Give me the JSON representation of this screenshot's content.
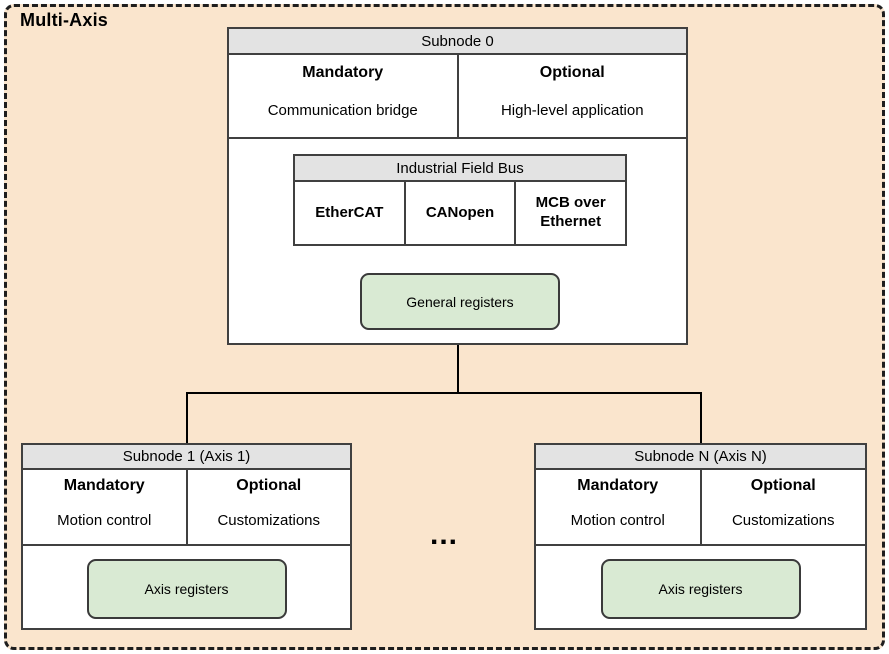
{
  "diagram": {
    "title": "Multi-Axis",
    "ellipsis": "...",
    "subnode0": {
      "header": "Subnode 0",
      "columns": [
        {
          "label": "Mandatory",
          "value": "Communication bridge"
        },
        {
          "label": "Optional",
          "value": "High-level application"
        }
      ],
      "field_bus": {
        "header": "Industrial Field Bus",
        "options": [
          "EtherCAT",
          "CANopen",
          "MCB over Ethernet"
        ]
      },
      "registers_label": "General registers"
    },
    "subnode1": {
      "header": "Subnode 1 (Axis 1)",
      "columns": [
        {
          "label": "Mandatory",
          "value": "Motion control"
        },
        {
          "label": "Optional",
          "value": "Customizations"
        }
      ],
      "registers_label": "Axis registers"
    },
    "subnodeN": {
      "header": "Subnode N (Axis N)",
      "columns": [
        {
          "label": "Mandatory",
          "value": "Motion control"
        },
        {
          "label": "Optional",
          "value": "Customizations"
        }
      ],
      "registers_label": "Axis registers"
    },
    "colors": {
      "background": "#FAE5CD",
      "header_fill": "#E3E3E3",
      "registers_fill": "#D9EAD3",
      "box_border": "#404040",
      "outer_border": "#1E1E1E",
      "connector": "#000000"
    }
  }
}
